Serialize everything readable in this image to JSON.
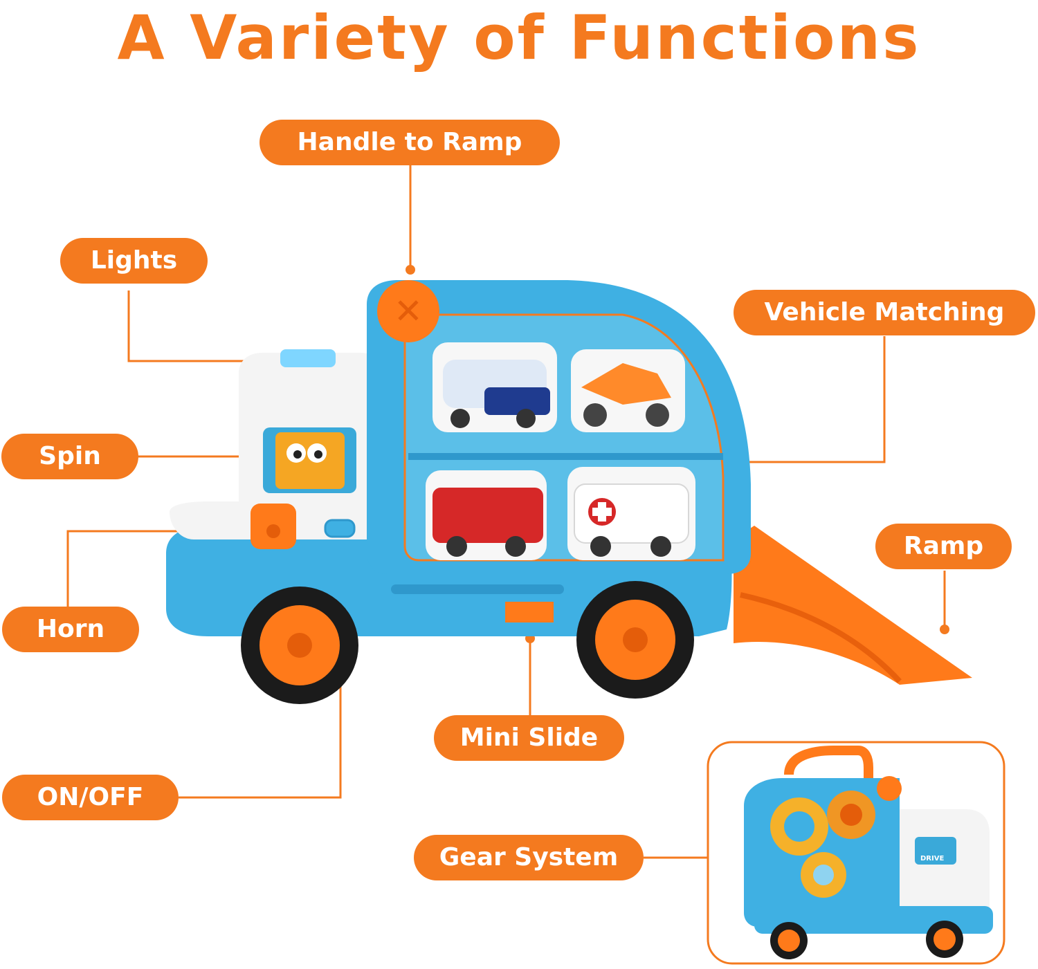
{
  "title": "A Variety of Functions",
  "labels": {
    "handle_to_ramp": "Handle to Ramp",
    "lights": "Lights",
    "vehicle_matching": "Vehicle Matching",
    "spin": "Spin",
    "horn": "Horn",
    "ramp": "Ramp",
    "mini_slide": "Mini Slide",
    "on_off": "ON/OFF",
    "gear_system": "Gear System"
  },
  "inset": {
    "drive_label": "DRIVE"
  },
  "colors": {
    "accent": "#f47a1f",
    "toy_blue": "#3fb0e3",
    "toy_white": "#f4f4f4",
    "wheel": "#1b1b1b"
  }
}
